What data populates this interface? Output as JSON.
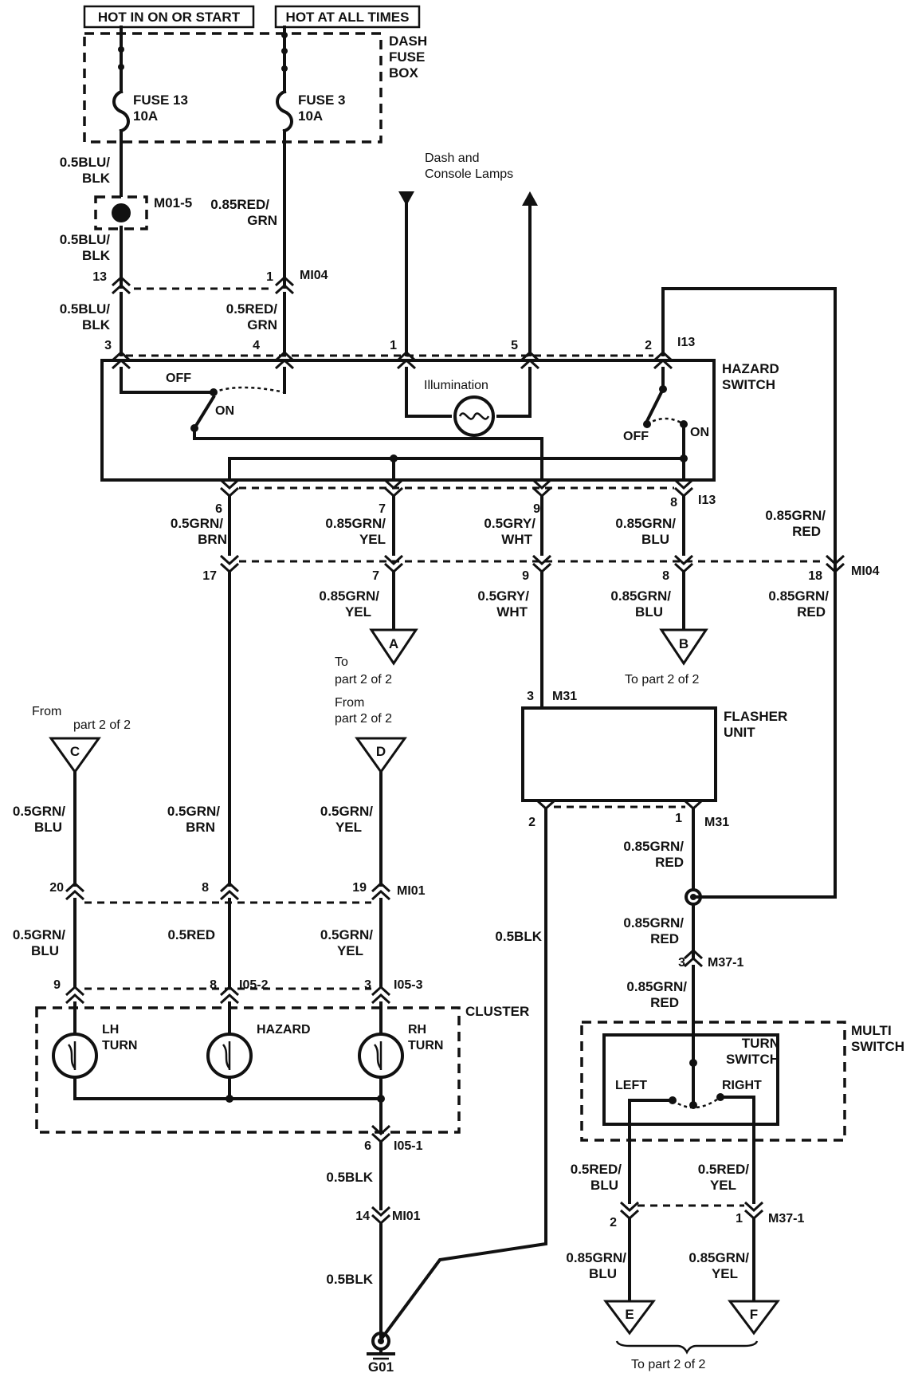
{
  "power": {
    "hot_in_on_or_start": "HOT IN ON OR START",
    "hot_at_all_times": "HOT AT ALL TIMES",
    "dash_fuse_box": [
      "DASH",
      "FUSE",
      "BOX"
    ],
    "fuse13": [
      "FUSE 13",
      "10A"
    ],
    "fuse3": [
      "FUSE 3",
      "10A"
    ]
  },
  "connectors": {
    "m01_5": "M01-5",
    "mi04": "MI04",
    "i13": "I13",
    "m31": "M31",
    "mi01": "MI01",
    "i05_2": "I05-2",
    "i05_3": "I05-3",
    "i05_1": "I05-1",
    "m37_1": "M37-1",
    "g01": "G01"
  },
  "dash_console_lamps": [
    "Dash and",
    "Console Lamps"
  ],
  "hazard_switch": {
    "title": [
      "HAZARD",
      "SWITCH"
    ],
    "off": "OFF",
    "on": "ON",
    "illumination": "Illumination",
    "off_right": "OFF",
    "on_right": "ON"
  },
  "flasher_unit": [
    "FLASHER",
    "UNIT"
  ],
  "cluster": {
    "title": "CLUSTER",
    "lh_turn": [
      "LH",
      "TURN"
    ],
    "hazard": "HAZARD",
    "rh_turn": [
      "RH",
      "TURN"
    ]
  },
  "multi_switch": {
    "title": [
      "MULTI",
      "SWITCH"
    ],
    "turn_switch": [
      "TURN",
      "SWITCH"
    ],
    "left": "LEFT",
    "right": "RIGHT"
  },
  "wires": {
    "blu_blk": [
      "0.5BLU/",
      "BLK"
    ],
    "red_grn": [
      "0.85RED/",
      "GRN"
    ],
    "red_grn_05": [
      "0.5RED/",
      "GRN"
    ],
    "grn_brn": [
      "0.5GRN/",
      "BRN"
    ],
    "grn_yel_085": [
      "0.85GRN/",
      "YEL"
    ],
    "gry_wht": [
      "0.5GRY/",
      "WHT"
    ],
    "grn_blu_085": [
      "0.85GRN/",
      "BLU"
    ],
    "grn_red_085": [
      "0.85GRN/",
      "RED"
    ],
    "grn_blu_05": [
      "0.5GRN/",
      "BLU"
    ],
    "grn_yel_05": [
      "0.5GRN/",
      "YEL"
    ],
    "red": "0.5RED",
    "blk": "0.5BLK",
    "red_blu_05": [
      "0.5RED/",
      "BLU"
    ],
    "red_yel_05": [
      "0.5RED/",
      "YEL"
    ]
  },
  "refs": {
    "a": "A",
    "b": "B",
    "c": "C",
    "d": "D",
    "e": "E",
    "f": "F",
    "to": "To",
    "part2of2": "part 2 of 2",
    "to_part2of2": "To part 2 of 2",
    "from": "From",
    "to_part2of2_bottom": "To part 2 of 2"
  },
  "pins": {
    "p13": "13",
    "p1": "1",
    "p3": "3",
    "p4": "4",
    "p5": "5",
    "p2": "2",
    "p6": "6",
    "p7": "7",
    "p9": "9",
    "p8": "8",
    "p17": "17",
    "p18": "18",
    "p20": "20",
    "p19": "19",
    "p14": "14"
  }
}
